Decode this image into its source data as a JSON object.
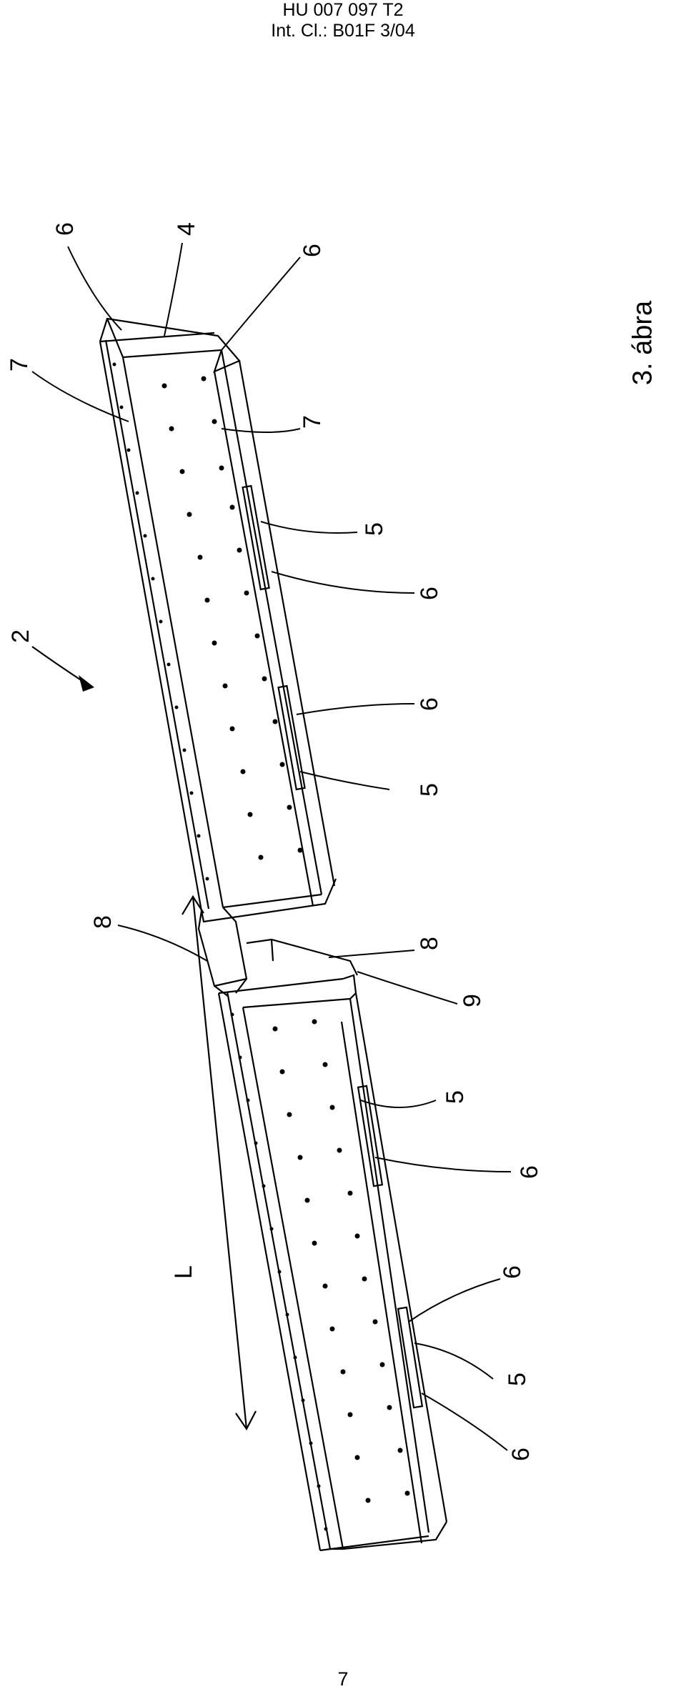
{
  "header": {
    "doc_number": "HU 007 097 T2",
    "classification": "Int. Cl.: B01F 3/04"
  },
  "figure_label": "3. ábra",
  "page_number": "7",
  "refs": {
    "r2": "2",
    "r4": "4",
    "r5": "5",
    "r6": "6",
    "r7": "7",
    "r8": "8",
    "r9": "9",
    "rL": "L"
  }
}
